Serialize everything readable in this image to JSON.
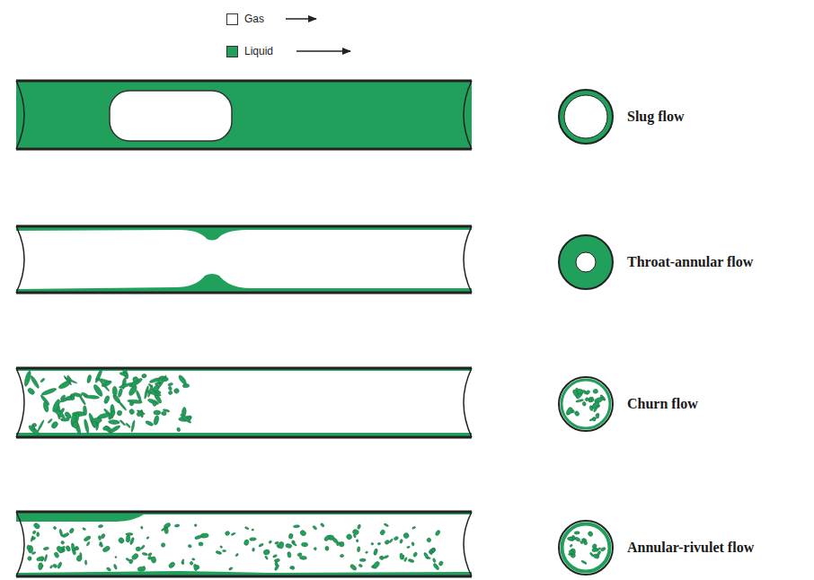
{
  "diagram": {
    "labels": [
      "Slug flow",
      "Throat-annular flow",
      "Churn flow",
      "Annular-rivulet flow"
    ],
    "legend": [
      {
        "text": "Gas",
        "color": "#ffffff"
      },
      {
        "text": "Liquid",
        "color": "#21a05b"
      }
    ]
  }
}
